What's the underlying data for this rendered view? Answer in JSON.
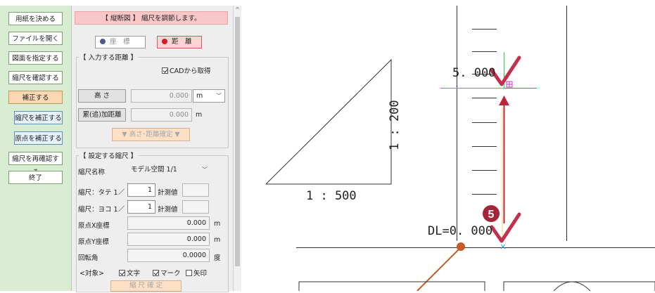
{
  "nav": {
    "items": [
      {
        "label": "用紙を決める",
        "variant": "normal"
      },
      {
        "label": "ファイルを開く",
        "variant": "normal"
      },
      {
        "label": "図面を指定する",
        "variant": "normal"
      },
      {
        "label": "縮尺を確認する",
        "variant": "normal"
      },
      {
        "label": "補正する",
        "variant": "active"
      },
      {
        "label": "縮尺を補正する",
        "variant": "sub"
      },
      {
        "label": "原点を補正する",
        "variant": "sub"
      },
      {
        "label": "縮尺を再確認する",
        "variant": "normal"
      },
      {
        "label": "終了",
        "variant": "normal"
      }
    ]
  },
  "panel": {
    "header": "【 縦断図 】 縮尺を調節します。",
    "mode_coord": "座　標",
    "mode_dist": "距　離",
    "input_group_title": "【 入力する距離 】",
    "cad_checkbox": "CADから取得",
    "height_button": "高 さ",
    "height_value": "0.000",
    "height_unit_select": "m",
    "cumdist_button": "累(追)加距離",
    "cumdist_value": "0.000",
    "cumdist_unit": "m",
    "confirm_hd_button": "▼ 高さ･距離確定 ▼",
    "scale_group_title": "【 設定する縮尺 】",
    "scale_name_label": "縮尺名称",
    "scale_name_value": "モデル空間 1/1",
    "scale_v_label": "縮尺：タテ 1／",
    "scale_v_value": "1",
    "scale_h_label": "縮尺：ヨコ 1／",
    "scale_h_value": "1",
    "measured_label": "計測値",
    "origin_x_label": "原点X座標",
    "origin_x_value": "0.000",
    "origin_y_label": "原点Y座標",
    "origin_y_value": "0.000",
    "unit_m": "m",
    "rotation_label": "回転角",
    "rotation_value": "0.0000",
    "rotation_unit": "度",
    "target_label": "<対象>",
    "target_text": "文字",
    "target_mark": "マーク",
    "target_arrow": "矢印",
    "confirm_scale_button": "縮 尺 確 定"
  },
  "drawing": {
    "label_5000": "5. 000",
    "label_1_200": "1 : 200",
    "label_1_500": "1 : 500",
    "label_dl": "DL=0. 000",
    "step_badge": "5"
  },
  "colors": {
    "nav_bg": "#d7ecd0",
    "header_pink": "#f9c7c7",
    "accent_red": "#c0243c",
    "check_mark": "#c2304f",
    "callout_orange": "#c85a28"
  }
}
